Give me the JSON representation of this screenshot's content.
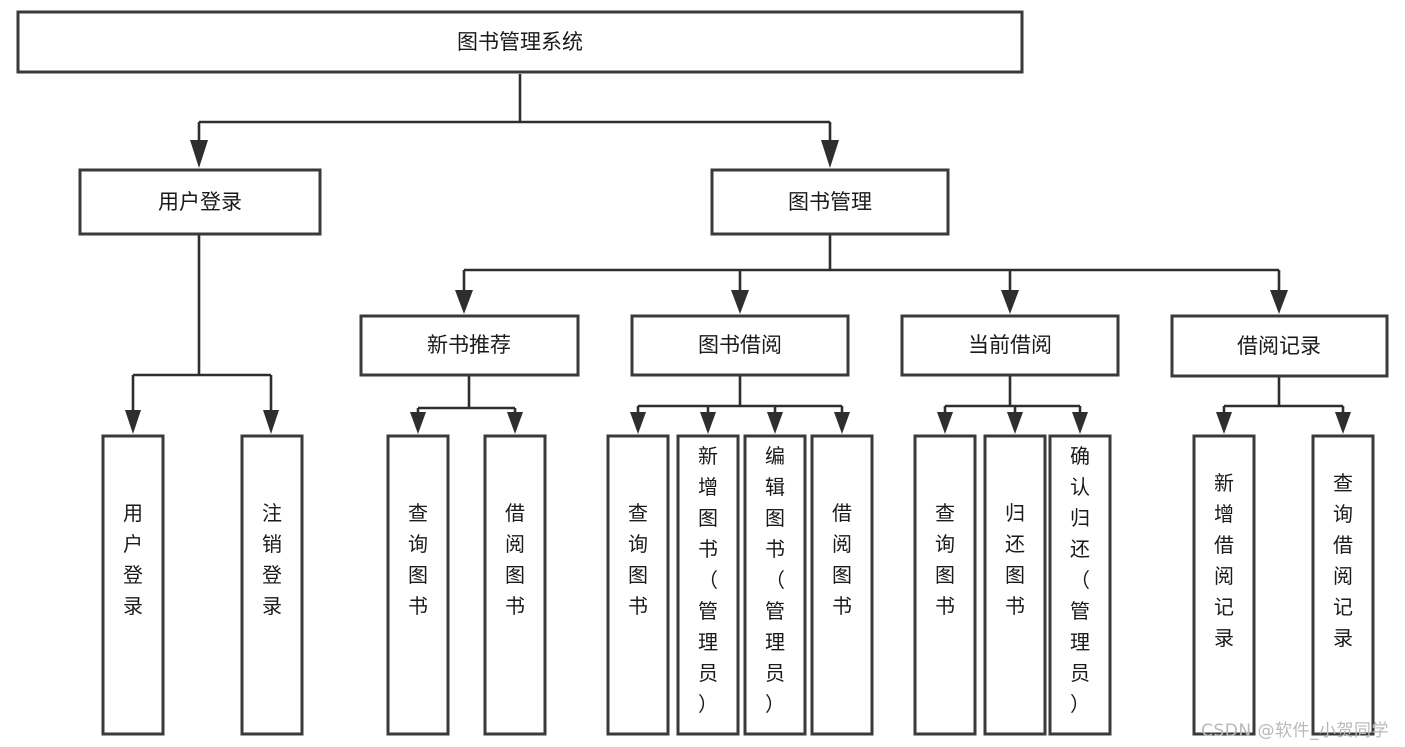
{
  "diagram": {
    "type": "tree",
    "title": "图书管理系统",
    "watermark": "CSDN @软件_小贺同学",
    "colors": {
      "box_stroke": "#3a3a3a",
      "connector": "#2e2e2e",
      "box_fill": "#ffffff",
      "text": "#1a1a1a",
      "watermark": "#b9b9b9"
    },
    "root": {
      "id": "root",
      "label": "图书管理系统",
      "orientation": "horizontal"
    },
    "level2": [
      {
        "id": "user-login",
        "label": "用户登录",
        "orientation": "horizontal"
      },
      {
        "id": "book-manage",
        "label": "图书管理",
        "orientation": "horizontal"
      }
    ],
    "level3": [
      {
        "id": "new-book-recommend",
        "label": "新书推荐",
        "parent": "book-manage",
        "orientation": "horizontal"
      },
      {
        "id": "book-borrow",
        "label": "图书借阅",
        "parent": "book-manage",
        "orientation": "horizontal"
      },
      {
        "id": "current-borrow",
        "label": "当前借阅",
        "parent": "book-manage",
        "orientation": "horizontal"
      },
      {
        "id": "borrow-record",
        "label": "借阅记录",
        "parent": "book-manage",
        "orientation": "horizontal"
      }
    ],
    "leaves": [
      {
        "id": "leaf-user-login",
        "label": "用户登录",
        "parent": "user-login",
        "orientation": "vertical"
      },
      {
        "id": "leaf-user-logout",
        "label": "注销登录",
        "parent": "user-login",
        "orientation": "vertical"
      },
      {
        "id": "leaf-query-book-1",
        "label": "查询图书",
        "parent": "new-book-recommend",
        "orientation": "vertical"
      },
      {
        "id": "leaf-borrow-book-1",
        "label": "借阅图书",
        "parent": "new-book-recommend",
        "orientation": "vertical"
      },
      {
        "id": "leaf-query-book-2",
        "label": "查询图书",
        "parent": "book-borrow",
        "orientation": "vertical"
      },
      {
        "id": "leaf-add-book",
        "label": "新增图书（管理员）",
        "parent": "book-borrow",
        "orientation": "vertical"
      },
      {
        "id": "leaf-edit-book",
        "label": "编辑图书（管理员）",
        "parent": "book-borrow",
        "orientation": "vertical"
      },
      {
        "id": "leaf-borrow-book-2",
        "label": "借阅图书",
        "parent": "book-borrow",
        "orientation": "vertical"
      },
      {
        "id": "leaf-query-book-3",
        "label": "查询图书",
        "parent": "current-borrow",
        "orientation": "vertical"
      },
      {
        "id": "leaf-return-book",
        "label": "归还图书",
        "parent": "current-borrow",
        "orientation": "vertical"
      },
      {
        "id": "leaf-confirm-return",
        "label": "确认归还（管理员）",
        "parent": "current-borrow",
        "orientation": "vertical"
      },
      {
        "id": "leaf-add-record",
        "label": "新增借阅记录",
        "parent": "borrow-record",
        "orientation": "vertical"
      },
      {
        "id": "leaf-query-record",
        "label": "查询借阅记录",
        "parent": "borrow-record",
        "orientation": "vertical"
      }
    ]
  }
}
